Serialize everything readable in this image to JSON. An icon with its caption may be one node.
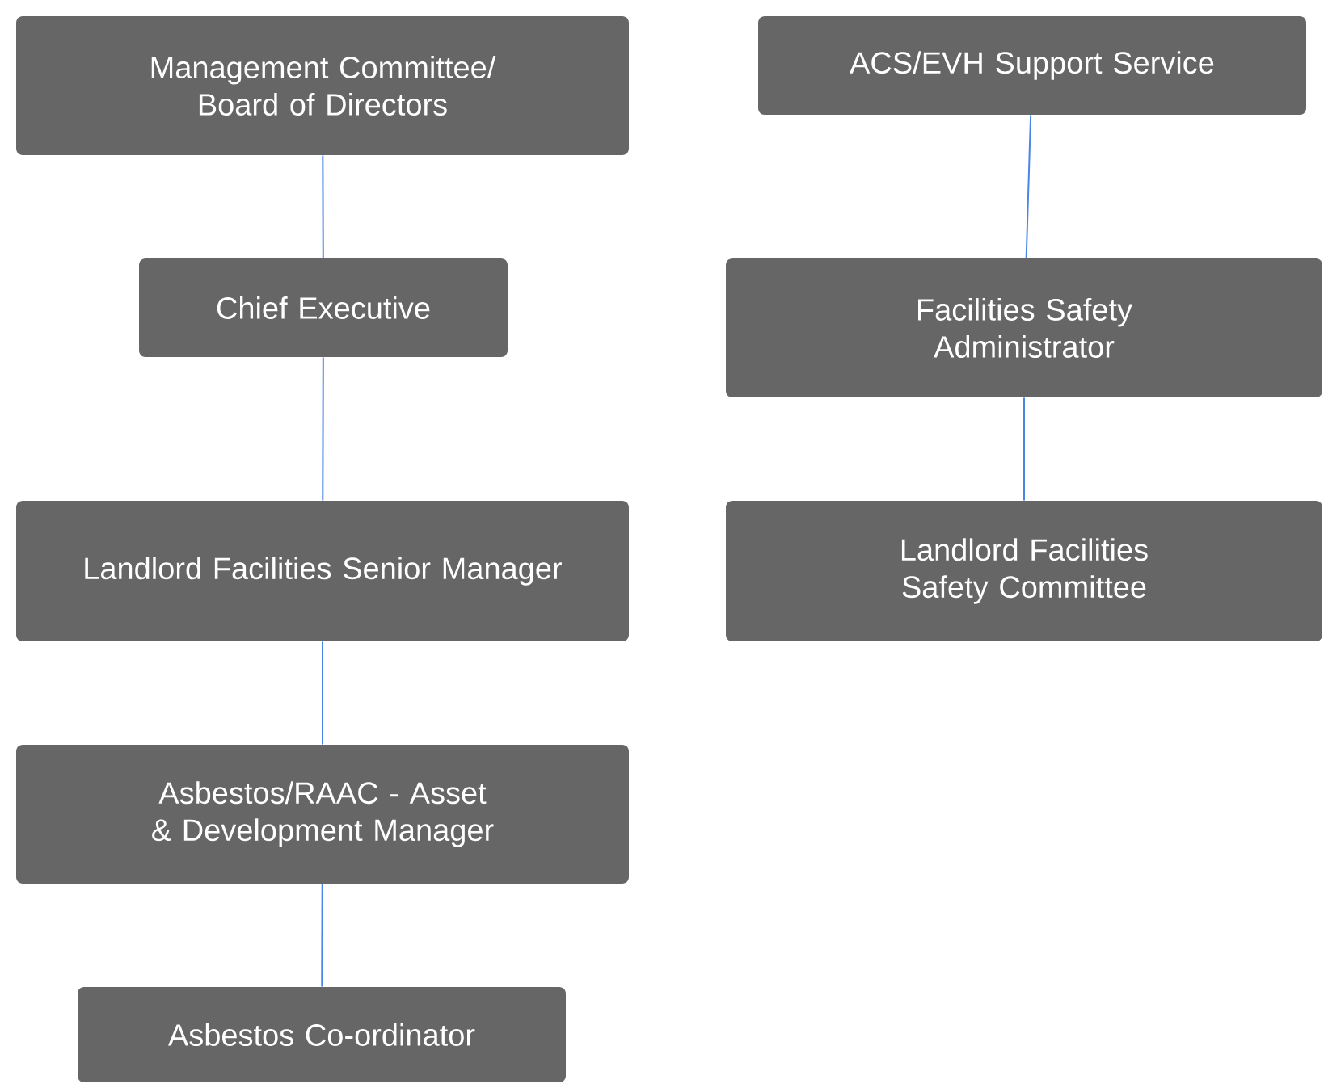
{
  "diagram": {
    "nodes": [
      {
        "text": [
          "Management Committee/ Board of Directors"
        ]
      },
      {
        "text": [
          "Chief Executive"
        ]
      },
      {
        "text": [
          "Landlord Facilities Senior Manager"
        ]
      },
      {
        "text": [
          "Asbestos/RAAC - Asset & Development Manager"
        ]
      },
      {
        "text": [
          "Asbestos Co-ordinator"
        ]
      },
      {
        "text": [
          "ACS/EVH Support Service"
        ]
      },
      {
        "text": [
          "Facilities Safety Administrator"
        ]
      },
      {
        "text": [
          "Landlord Facilities Safety Committee"
        ]
      }
    ],
    "edges": [
      {
        "from": 0,
        "to": 1,
        "arrow": "none"
      },
      {
        "from": 1,
        "to": 2,
        "arrow": "none"
      },
      {
        "from": 2,
        "to": 3,
        "arrow": "none"
      },
      {
        "from": 3,
        "to": 4,
        "arrow": "none"
      },
      {
        "from": 5,
        "to": 6,
        "arrow": "none"
      },
      {
        "from": 6,
        "to": 7,
        "arrow": "none"
      }
    ]
  }
}
